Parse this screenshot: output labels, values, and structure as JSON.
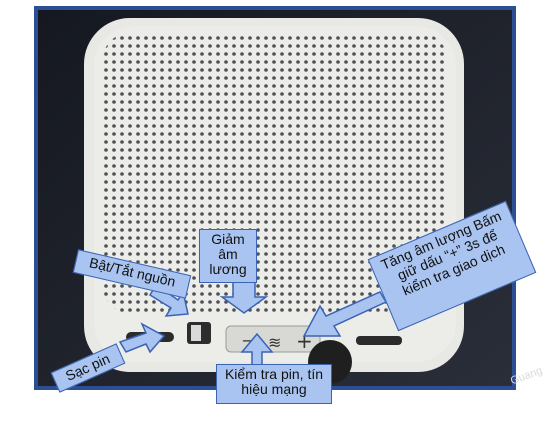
{
  "labels": {
    "power": "Bật/Tắt nguồn",
    "charge": "Sạc pin",
    "volume_down": "Giảm âm lương",
    "volume_up": "Tăng âm lượng Bấm giữ dấu “+” 3s để kiểm tra giao dịch",
    "battery_network": "Kiểm tra pin, tín hiệu mạng"
  },
  "watermark": "Guang",
  "colors": {
    "label_fill": "#a9c4f0",
    "label_border": "#3a63b3",
    "frame_border": "#2c4f93",
    "device_body": "#e9e9e6"
  }
}
